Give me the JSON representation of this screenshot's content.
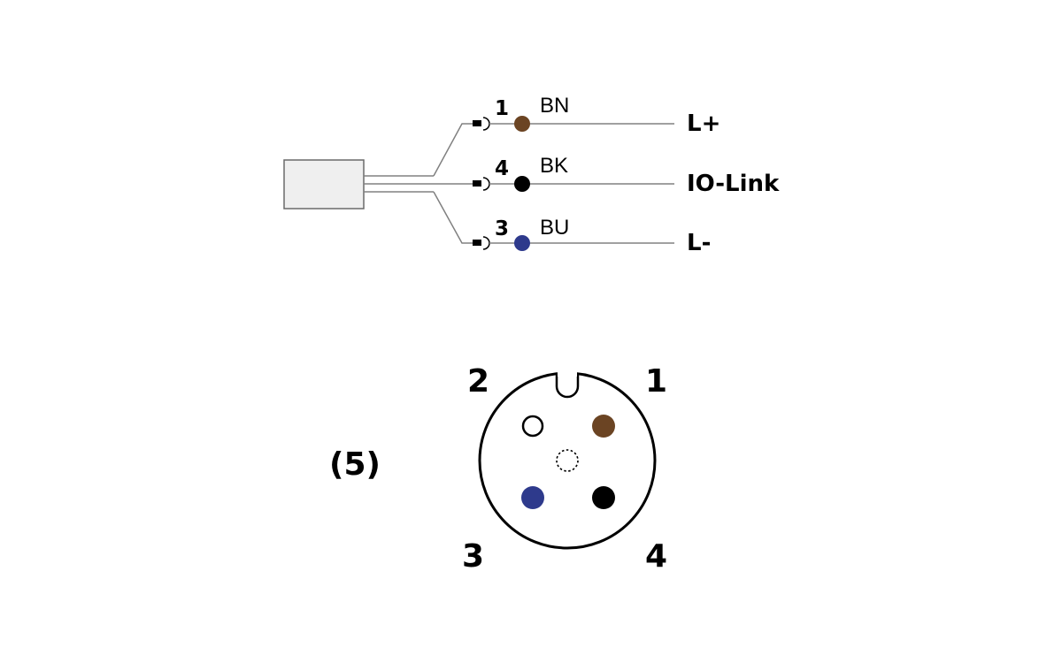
{
  "wiring": {
    "wires": [
      {
        "pin": "1",
        "color_code": "BN",
        "signal": "L+",
        "color": "#6b4423"
      },
      {
        "pin": "4",
        "color_code": "BK",
        "signal": "IO-Link",
        "color": "#000000"
      },
      {
        "pin": "3",
        "color_code": "BU",
        "signal": "L-",
        "color": "#2e3a8c"
      }
    ],
    "sensor_fill": "#efefef",
    "line_color": "#808080"
  },
  "connector": {
    "reference": "(5)",
    "pin_labels": {
      "top_left": "2",
      "top_right": "1",
      "bottom_left": "3",
      "bottom_right": "4"
    },
    "pin_colors": {
      "pin1": "#6b4423",
      "pin4": "#000000",
      "pin3": "#2e3a8c"
    }
  }
}
